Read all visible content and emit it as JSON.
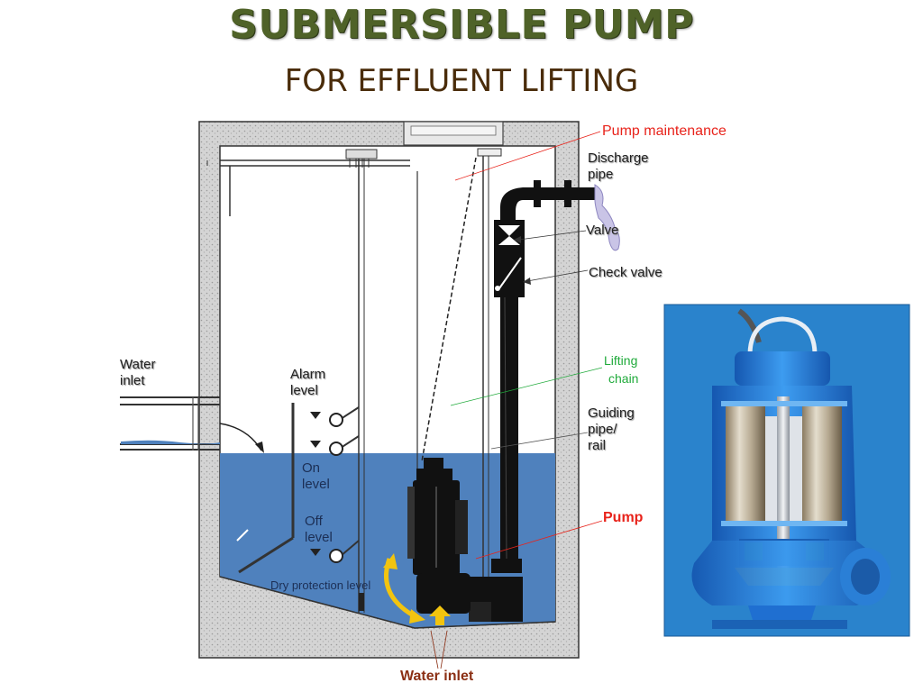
{
  "header": {
    "title": "SUBMERSIBLE PUMP",
    "subtitle": "FOR EFFLUENT LIFTING"
  },
  "labels": {
    "pump_maintenance": "Pump maintenance",
    "discharge_pipe_1": "Discharge",
    "discharge_pipe_2": "pipe",
    "valve": "Valve",
    "check_valve": "Check valve",
    "lifting_chain_1": "Lifting",
    "lifting_chain_2": "chain",
    "guiding_1": "Guiding",
    "guiding_2": "pipe/",
    "guiding_3": "rail",
    "pump": "Pump",
    "water_inlet_left_1": "Water",
    "water_inlet_left_2": "inlet",
    "alarm_level_1": "Alarm",
    "alarm_level_2": "level",
    "on_level_1": "On",
    "on_level_2": "level",
    "off_level_1": "Off",
    "off_level_2": "level",
    "dry_protection": "Dry protection level",
    "water_inlet_bottom": "Water inlet"
  },
  "colors": {
    "title": "#4f6228",
    "subtitle": "#4a2c0a",
    "water": "#4f81bd",
    "concrete": "#cfcfcf",
    "label_red": "#e8231b",
    "label_green": "#1faa3a",
    "label_brown": "#8b2f14",
    "flow_arrow": "#f2c40f",
    "pump_casing": "#1f6fd1"
  }
}
